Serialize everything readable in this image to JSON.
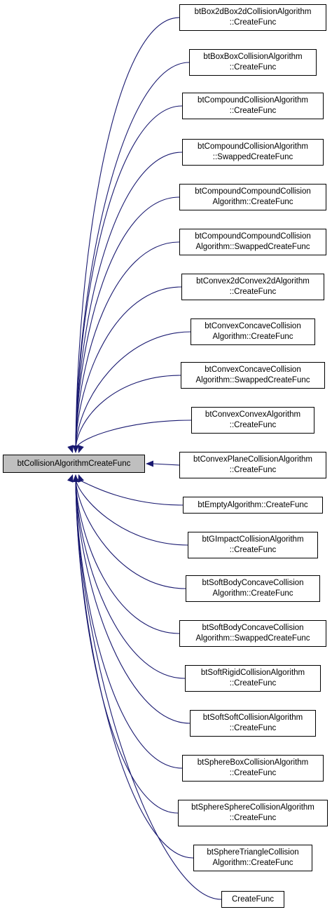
{
  "colors": {
    "edge": "#191970",
    "root_fill": "#bfbfbf",
    "node_fill": "#ffffff",
    "border": "#000000"
  },
  "root": {
    "lines": [
      "btCollisionAlgorithmCreateFunc"
    ]
  },
  "nodes": [
    {
      "lines": [
        "btBox2dBox2dCollisionAlgorithm",
        "::CreateFunc"
      ]
    },
    {
      "lines": [
        "btBoxBoxCollisionAlgorithm",
        "::CreateFunc"
      ]
    },
    {
      "lines": [
        "btCompoundCollisionAlgorithm",
        "::CreateFunc"
      ]
    },
    {
      "lines": [
        "btCompoundCollisionAlgorithm",
        "::SwappedCreateFunc"
      ]
    },
    {
      "lines": [
        "btCompoundCompoundCollision",
        "Algorithm::CreateFunc"
      ]
    },
    {
      "lines": [
        "btCompoundCompoundCollision",
        "Algorithm::SwappedCreateFunc"
      ]
    },
    {
      "lines": [
        "btConvex2dConvex2dAlgorithm",
        "::CreateFunc"
      ]
    },
    {
      "lines": [
        "btConvexConcaveCollision",
        "Algorithm::CreateFunc"
      ]
    },
    {
      "lines": [
        "btConvexConcaveCollision",
        "Algorithm::SwappedCreateFunc"
      ]
    },
    {
      "lines": [
        "btConvexConvexAlgorithm",
        "::CreateFunc"
      ]
    },
    {
      "lines": [
        "btConvexPlaneCollisionAlgorithm",
        "::CreateFunc"
      ]
    },
    {
      "lines": [
        "btEmptyAlgorithm::CreateFunc"
      ]
    },
    {
      "lines": [
        "btGImpactCollisionAlgorithm",
        "::CreateFunc"
      ]
    },
    {
      "lines": [
        "btSoftBodyConcaveCollision",
        "Algorithm::CreateFunc"
      ]
    },
    {
      "lines": [
        "btSoftBodyConcaveCollision",
        "Algorithm::SwappedCreateFunc"
      ]
    },
    {
      "lines": [
        "btSoftRigidCollisionAlgorithm",
        "::CreateFunc"
      ]
    },
    {
      "lines": [
        "btSoftSoftCollisionAlgorithm",
        "::CreateFunc"
      ]
    },
    {
      "lines": [
        "btSphereBoxCollisionAlgorithm",
        "::CreateFunc"
      ]
    },
    {
      "lines": [
        "btSphereSphereCollisionAlgorithm",
        "::CreateFunc"
      ]
    },
    {
      "lines": [
        "btSphereTriangleCollision",
        "Algorithm::CreateFunc"
      ]
    },
    {
      "lines": [
        "CreateFunc"
      ]
    }
  ]
}
